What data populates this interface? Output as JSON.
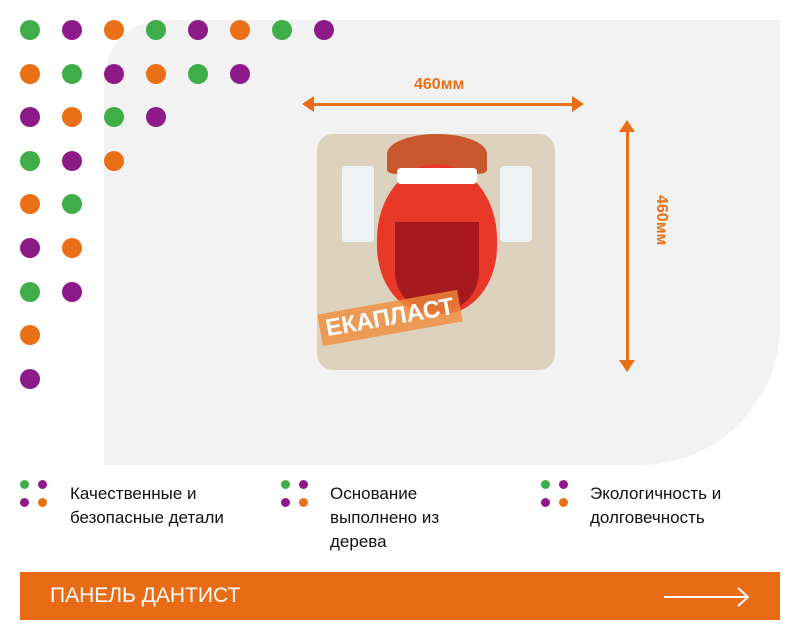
{
  "colors": {
    "green": "#3fae49",
    "purple": "#8e1a8a",
    "orange": "#ea7017"
  },
  "dimensions": {
    "width": "460мм",
    "height": "460мм"
  },
  "product_image": {
    "watermark": "ЕКАПЛАСТ"
  },
  "features": [
    {
      "text_line1": "Качественные и",
      "text_line2": "безопасные детали",
      "text_line3": ""
    },
    {
      "text_line1": "Основание",
      "text_line2": "выполнено из",
      "text_line3": "дерева"
    },
    {
      "text_line1": "Экологичность и",
      "text_line2": "долговечность",
      "text_line3": ""
    }
  ],
  "banner": {
    "title": "ПАНЕЛЬ ДАНТИСТ",
    "icon": "arrow-right-icon"
  }
}
